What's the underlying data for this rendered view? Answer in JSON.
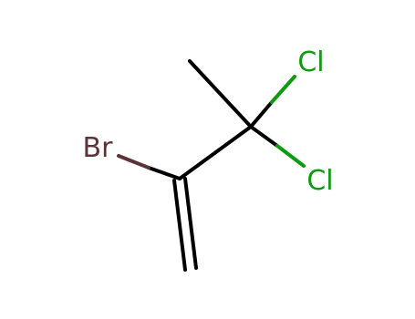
{
  "molecule": {
    "atoms": {
      "br": {
        "label": "Br",
        "color": "#5c3337"
      },
      "cl_top": {
        "label": "Cl",
        "color": "#0f9b0f"
      },
      "cl_bottom": {
        "label": "Cl",
        "color": "#0f9b0f"
      }
    },
    "bond_color": "#000000"
  }
}
